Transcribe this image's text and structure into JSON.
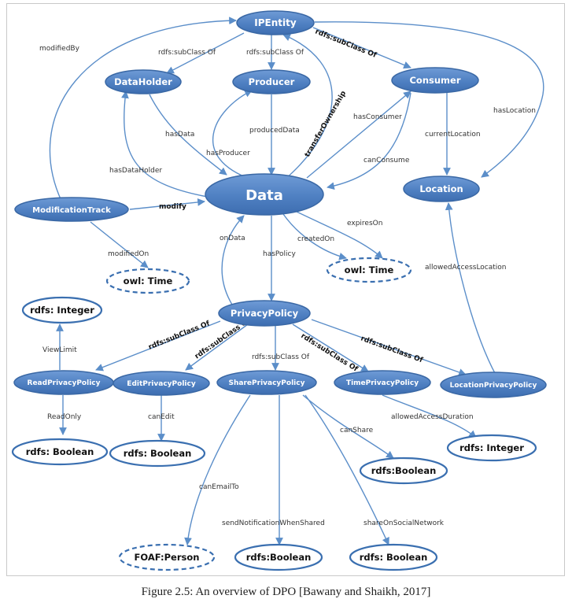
{
  "caption": "Figure 2.5: An overview of DPO [Bawany and Shaikh, 2017]",
  "colors": {
    "class_fill": "#4f80c2",
    "edge": "#5b8ec9",
    "literal_border": "#3a6fb0"
  },
  "nodes": {
    "ipentity": "IPEntity",
    "dataholder": "DataHolder",
    "producer": "Producer",
    "consumer": "Consumer",
    "data": "Data",
    "location": "Location",
    "modificationtrack": "ModificationTrack",
    "owltime1": "owl: Time",
    "owltime2": "owl: Time",
    "privacypolicy": "PrivacyPolicy",
    "integer1": "rdfs: Integer",
    "readpolicy": "ReadPrivacyPolicy",
    "editpolicy": "EditPrivacyPolicy",
    "sharepolicy": "SharePrivacyPolicy",
    "timepolicy": "TimePrivacyPolicy",
    "locationpolicy": "LocationPrivacyPolicy",
    "boolean1": "rdfs: Boolean",
    "boolean2": "rdfs: Boolean",
    "integer2": "rdfs: Integer",
    "boolean3": "rdfs:Boolean",
    "foafperson": "FOAF:Person",
    "boolean4": "rdfs:Boolean",
    "boolean5": "rdfs: Boolean"
  },
  "edges": {
    "modifiedBy": "modifiedBy",
    "subclass_dataholder": "rdfs:subClass Of",
    "subclass_producer": "rdfs:subClass Of",
    "subclass_consumer": "rdfs:subClass Of",
    "hasLocation": "hasLocation",
    "hasData": "hasData",
    "hasProducer": "hasProducer",
    "producedData": "producedData",
    "transferOwnership": "transferOwnership",
    "hasConsumer": "hasConsumer",
    "canConsume": "canConsume",
    "currentLocation": "currentLocation",
    "hasDataHolder": "hasDataHolder",
    "modify": "modify",
    "expiresOn": "expiresOn",
    "onData": "onData",
    "createdOn": "createdOn",
    "hasPolicy": "hasPolicy",
    "modifiedOn": "modifiedOn",
    "allowedAccessLocation": "allowedAccessLocation",
    "viewLimit": "ViewLimit",
    "subclass_read": "rdfs:subClass Of",
    "subclass_edit": "rdfs:subClass Of",
    "subclass_share": "rdfs:subClass Of",
    "subclass_time": "rdfs:subClass Of",
    "subclass_location": "rdfs:subClass Of",
    "readOnly": "ReadOnly",
    "canEdit": "canEdit",
    "allowedAccessDuration": "allowedAccessDuration",
    "canShare": "canShare",
    "canEmailTo": "canEmailTo",
    "sendNotificationWhenShared": "sendNotificationWhenShared",
    "shareOnSocialNetwork": "shareOnSocialNetwork"
  }
}
